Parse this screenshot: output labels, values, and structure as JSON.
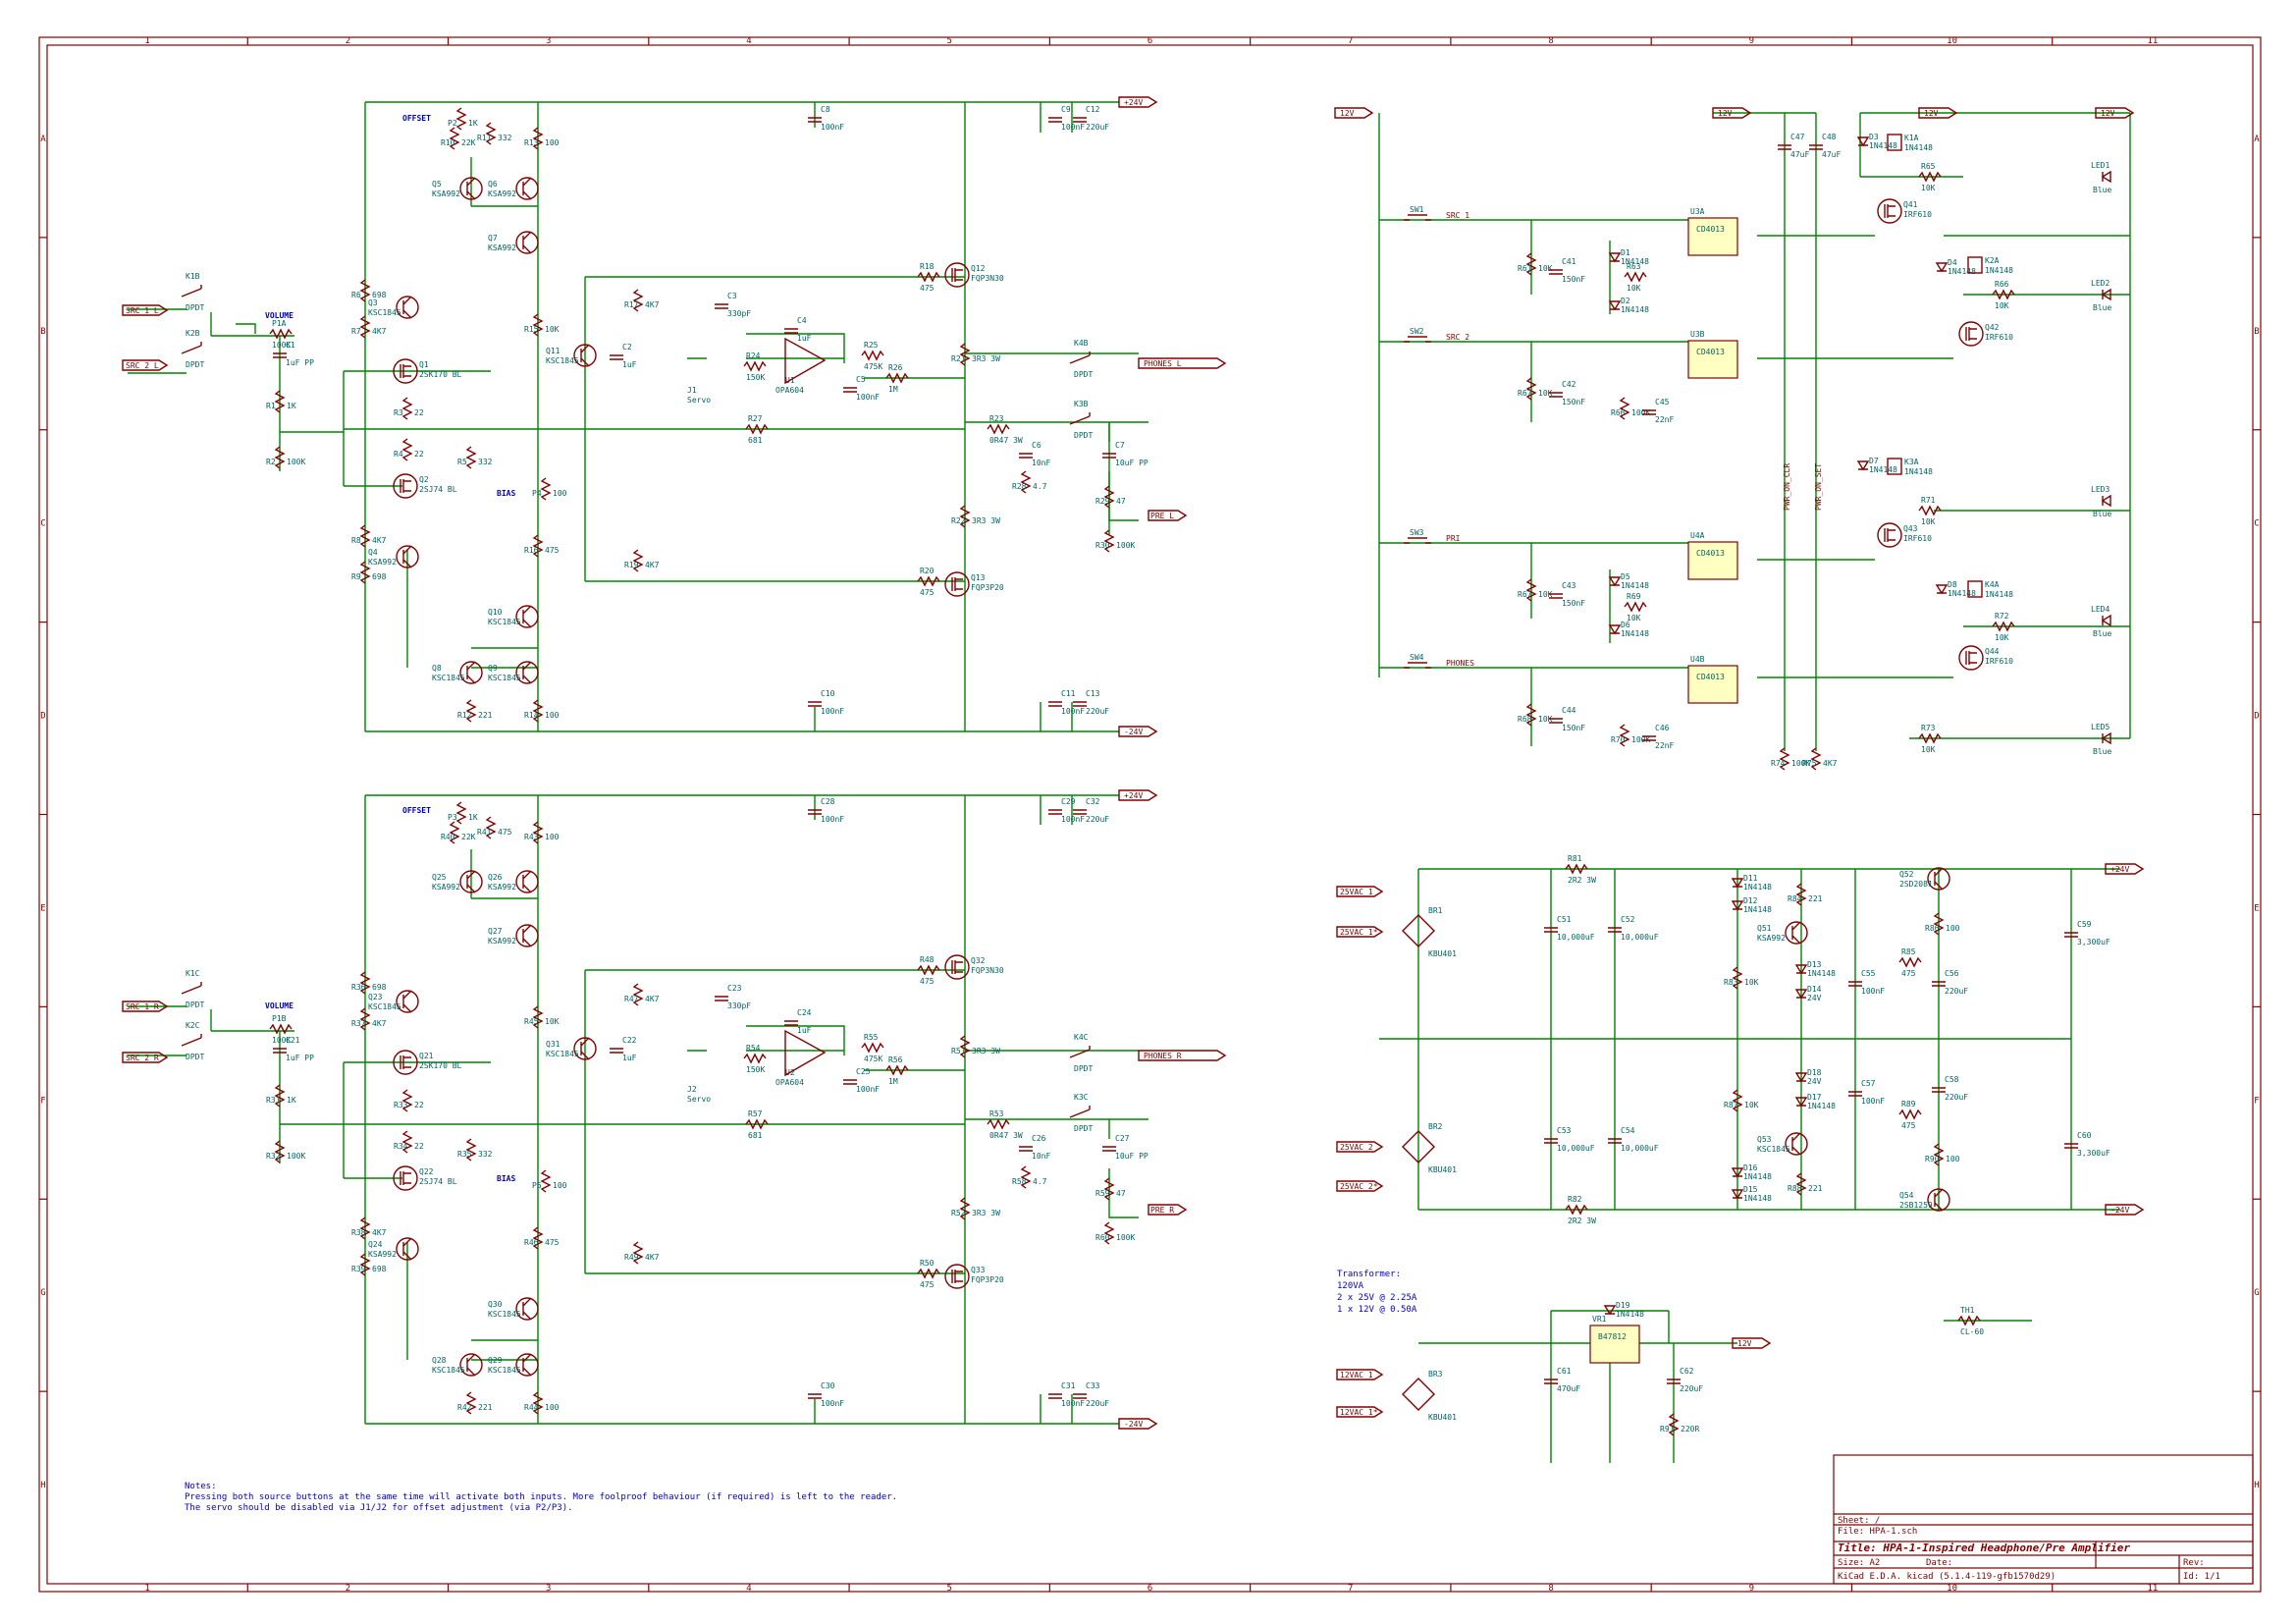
{
  "frame": {
    "cols": [
      "1",
      "2",
      "3",
      "4",
      "5",
      "6",
      "7",
      "8",
      "9",
      "10",
      "11"
    ],
    "rows": [
      "A",
      "B",
      "C",
      "D",
      "E",
      "F",
      "G",
      "H"
    ]
  },
  "labels": {
    "offset": "OFFSET",
    "volume": "VOLUME",
    "bias": "BIAS",
    "p24": "+24V",
    "n24": "-24V",
    "v12": "12V",
    "phones_l": "PHONES_L",
    "phones_r": "PHONES_R",
    "pre_l": "PRE_L",
    "pre_r": "PRE_R",
    "src1l": "SRC_1_L",
    "src2l": "SRC_2_L",
    "src1r": "SRC_1_R",
    "src2r": "SRC_2_R",
    "ac25_1": "25VAC_1",
    "ac25_1s": "25VAC_1*",
    "ac25_2": "25VAC_2",
    "ac25_2s": "25VAC_2*",
    "ac12_1": "12VAC_1",
    "ac12_1s": "12VAC_1*",
    "pwr_on_clr": "PWR_ON_CLR",
    "pwr_on_set": "PWR_ON_SET",
    "src1": "SRC_1",
    "src2": "SRC_2",
    "pri": "PRI",
    "phones": "PHONES"
  },
  "transformer": {
    "title": "Transformer:",
    "line1": "120VA",
    "line2": "2 x 25V @ 2.25A",
    "line3": "1 x 12V @ 0.50A"
  },
  "notes": {
    "title": "Notes:",
    "line1": "Pressing both source buttons at the same time will activate both inputs.  More foolproof behaviour (if required) is left to the reader.",
    "line2": "The servo should be disabled via J1/J2 for offset adjustment (via P2/P3)."
  },
  "title_block": {
    "sheet": "Sheet: /",
    "file": "File: HPA-1.sch",
    "title": "Title: HPA-1-Inspired Headphone/Pre Amplifier",
    "size": "Size: A2",
    "date": "Date:",
    "rev": "Rev:",
    "tool": "KiCad E.D.A.  kicad (5.1.4-119-gfb1570d29)",
    "id": "Id: 1/1"
  },
  "amp_l": {
    "R10": "R10",
    "R10v": "22K",
    "P2": "P2",
    "P2v": "1K",
    "R11": "R11",
    "R11v": "332",
    "R13": "R13",
    "R13v": "100",
    "Q5": "Q5",
    "Q5v": "KSA992",
    "Q6": "Q6",
    "Q6v": "KSA992",
    "Q7": "Q7",
    "Q7v": "KSA992",
    "C8": "C8",
    "C8v": "100nF",
    "C9": "C9",
    "C9v": "100nF",
    "C12": "C12",
    "C12v": "220uF",
    "K1B": "K1B",
    "K2B": "K2B",
    "dpdt": "DPDT",
    "R6": "R6",
    "R6v": "698",
    "R7": "R7",
    "R7v": "4K7",
    "Q3": "Q3",
    "Q3v": "KSC1845",
    "P1A": "P1A",
    "P1Av": "100K",
    "C1": "C1",
    "C1v": "1uF PP",
    "R1": "R1",
    "R1v": "1K",
    "R2": "R2",
    "R2v": "100K",
    "Q1": "Q1",
    "Q1v": "2SK170 BL",
    "R3": "R3",
    "R3v": "22",
    "R4": "R4",
    "R4v": "22",
    "R5": "R5",
    "R5v": "332",
    "Q2": "Q2",
    "Q2v": "2SJ74 BL",
    "Q4": "Q4",
    "Q4v": "KSA992",
    "R8": "R8",
    "R8v": "4K7",
    "R9": "R9",
    "R9v": "698",
    "R15": "R15",
    "R15v": "10K",
    "Q11": "Q11",
    "Q11v": "KSC1845",
    "C2": "C2",
    "C2v": "1uF",
    "R17": "R17",
    "R17v": "4K7",
    "C3": "C3",
    "C3v": "330pF",
    "R18": "R18",
    "R18v": "475",
    "Q12": "Q12",
    "Q12v": "FQP3N30",
    "C4": "C4",
    "C4v": "1uF",
    "R24": "R24",
    "R24v": "150K",
    "U1": "U1",
    "U1v": "OPA604",
    "R25": "R25",
    "R25v": "475K",
    "C5": "C5",
    "C5v": "100nF",
    "R26": "R26",
    "R26v": "1M",
    "J1": "J1",
    "J1v": "Servo",
    "R21": "R21",
    "R21v": "3R3 3W",
    "R27": "R27",
    "R27v": "681",
    "R23": "R23",
    "R23v": "0R47 3W",
    "C6": "C6",
    "C6v": "10nF",
    "R28": "R28",
    "R28v": "4.7",
    "C7": "C7",
    "C7v": "10uF PP",
    "R29": "R29",
    "R29v": "47",
    "R30": "R30",
    "R30v": "100K",
    "K4B": "K4B",
    "K3B": "K3B",
    "P4": "P4",
    "P4v": "100",
    "R16": "R16",
    "R16v": "475",
    "R19": "R19",
    "R19v": "4K7",
    "R20": "R20",
    "R20v": "475",
    "Q13": "Q13",
    "Q13v": "FQP3P20",
    "R22": "R22",
    "R22v": "3R3 3W",
    "Q10": "Q10",
    "Q10v": "KSC1845",
    "Q8": "Q8",
    "Q8v": "KSC1845",
    "Q9": "Q9",
    "Q9v": "KSC1845",
    "R12": "R12",
    "R12v": "221",
    "R14": "R14",
    "R14v": "100",
    "C10": "C10",
    "C10v": "100nF",
    "C11": "C11",
    "C11v": "100nF",
    "C13": "C13",
    "C13v": "220uF"
  },
  "amp_r": {
    "R40": "R40",
    "R40v": "22K",
    "P3": "P3",
    "P3v": "1K",
    "R41": "R41",
    "R41v": "475",
    "R43": "R43",
    "R43v": "100",
    "Q25": "Q25",
    "Q25v": "KSA992",
    "Q26": "Q26",
    "Q26v": "KSA992",
    "Q27": "Q27",
    "Q27v": "KSA992",
    "C28": "C28",
    "C28v": "100nF",
    "C29": "C29",
    "C29v": "100nF",
    "C32": "C32",
    "C32v": "220uF",
    "K1C": "K1C",
    "K2C": "K2C",
    "dpdt": "DPDT",
    "R36": "R36",
    "R36v": "698",
    "R37": "R37",
    "R37v": "4K7",
    "Q23": "Q23",
    "Q23v": "KSC1845",
    "P1B": "P1B",
    "P1Bv": "100K",
    "C21": "C21",
    "C21v": "1uF PP",
    "R31": "R31",
    "R31v": "1K",
    "R32": "R32",
    "R32v": "100K",
    "Q21": "Q21",
    "Q21v": "2SK170 BL",
    "R33": "R33",
    "R33v": "22",
    "R34": "R34",
    "R34v": "22",
    "R35": "R35",
    "R35v": "332",
    "Q22": "Q22",
    "Q22v": "2SJ74 BL",
    "Q24": "Q24",
    "Q24v": "KSA992",
    "R38": "R38",
    "R38v": "4K7",
    "R39": "R39",
    "R39v": "698",
    "R45": "R45",
    "R45v": "10K",
    "Q31": "Q31",
    "Q31v": "KSC1845",
    "C22": "C22",
    "C22v": "1uF",
    "R47": "R47",
    "R47v": "4K7",
    "C23": "C23",
    "C23v": "330pF",
    "R48": "R48",
    "R48v": "475",
    "Q32": "Q32",
    "Q32v": "FQP3N30",
    "C24": "C24",
    "C24v": "1uF",
    "R54": "R54",
    "R54v": "150K",
    "U2": "U2",
    "U2v": "OPA604",
    "R55": "R55",
    "R55v": "475K",
    "C25": "C25",
    "C25v": "100nF",
    "R56": "R56",
    "R56v": "1M",
    "J2": "J2",
    "J2v": "Servo",
    "R51": "R51",
    "R51v": "3R3 3W",
    "R57": "R57",
    "R57v": "681",
    "R53": "R53",
    "R53v": "0R47 3W",
    "C26": "C26",
    "C26v": "10nF",
    "R58": "R58",
    "R58v": "4.7",
    "C27": "C27",
    "C27v": "10uF PP",
    "R59": "R59",
    "R59v": "47",
    "R60": "R60",
    "R60v": "100K",
    "K4C": "K4C",
    "K3C": "K3C",
    "P5": "P5",
    "P5v": "100",
    "R46": "R46",
    "R46v": "475",
    "R49": "R49",
    "R49v": "4K7",
    "R50": "R50",
    "R50v": "475",
    "Q33": "Q33",
    "Q33v": "FQP3P20",
    "R52": "R52",
    "R52v": "3R3 3W",
    "Q30": "Q30",
    "Q30v": "KSC1845",
    "Q28": "Q28",
    "Q28v": "KSC1845",
    "Q29": "Q29",
    "Q29v": "KSC1845",
    "R42": "R42",
    "R42v": "221",
    "R44": "R44",
    "R44v": "100",
    "C30": "C30",
    "C30v": "100nF",
    "C31": "C31",
    "C31v": "100nF",
    "C33": "C33",
    "C33v": "220uF"
  },
  "control": {
    "SW1": "SW1",
    "SW2": "SW2",
    "SW3": "SW3",
    "SW4": "SW4",
    "R61": "R61",
    "R61v": "10K",
    "C41": "C41",
    "C41v": "150nF",
    "R67": "R67",
    "R67v": "10K",
    "C42": "C42",
    "C42v": "150nF",
    "R66": "R66",
    "R66v": "100K",
    "C45": "C45",
    "C45v": "22nF",
    "R67b": "R67",
    "R67bv": "10K",
    "C43": "C43",
    "C43v": "150nF",
    "R68": "R68",
    "R68v": "10K",
    "C44": "C44",
    "C44v": "150nF",
    "R70": "R70",
    "R70v": "100K",
    "C46": "C46",
    "C46v": "22nF",
    "D1": "D1",
    "D2": "D2",
    "D5": "D5",
    "D6": "D6",
    "dv": "1N4148",
    "R63": "R63",
    "R63v": "10K",
    "R69": "R69",
    "R69v": "10K",
    "U3A": "U3A",
    "U3B": "U3B",
    "U4A": "U4A",
    "U4B": "U4B",
    "cd": "CD4013",
    "C47": "C47",
    "C47v": "47uF",
    "C48": "C48",
    "C48v": "47uF",
    "R74": "R74",
    "R74v": "100K",
    "R75": "R75",
    "R75v": "4K7",
    "D3": "D3",
    "D4": "D4",
    "D7": "D7",
    "D8": "D8",
    "K1A": "K1A",
    "K2A": "K2A",
    "K3A": "K3A",
    "K4A": "K4A",
    "Q41": "Q41",
    "Q42": "Q42",
    "Q43": "Q43",
    "Q44": "Q44",
    "irf": "IRF610",
    "R65": "R65",
    "R66b": "R66",
    "R71": "R71",
    "R72": "R72",
    "R73": "R73",
    "rk": "10K",
    "LED1": "LED1",
    "LED2": "LED2",
    "LED3": "LED3",
    "LED4": "LED4",
    "LED5": "LED5",
    "blue": "Blue"
  },
  "psu": {
    "R81": "R81",
    "R81v": "2R2 3W",
    "R82": "R82",
    "R82v": "2R2 3W",
    "BR1": "BR1",
    "BR2": "BR2",
    "BR3": "BR3",
    "kb": "KBU401",
    "C51": "C51",
    "C52": "C52",
    "C53": "C53",
    "C54": "C54",
    "cbig": "10,000uF",
    "D11": "D11",
    "D12": "D12",
    "D13": "D13",
    "D14": "D14",
    "D15": "D15",
    "D16": "D16",
    "D17": "D17",
    "D18": "D18",
    "dv": "1N4148",
    "zv": "24V",
    "R84": "R84",
    "R84v": "221",
    "R83": "R83",
    "R83v": "10K",
    "R87": "R87",
    "R87v": "10K",
    "R88": "R88",
    "R88v": "221",
    "Q51": "Q51",
    "Q51v": "KSA992",
    "Q53": "Q53",
    "Q53v": "KSC1845",
    "Q52": "Q52",
    "Q52v": "2SD2081",
    "Q54": "Q54",
    "Q54v": "2SB1259",
    "R86": "R86",
    "R86v": "100",
    "R90": "R90",
    "R90v": "100",
    "R85": "R85",
    "R85v": "475",
    "R89": "R89",
    "R89v": "475",
    "C55": "C55",
    "C55v": "100nF",
    "C57": "C57",
    "C57v": "100nF",
    "C56": "C56",
    "C56v": "220uF",
    "C58": "C58",
    "C58v": "220uF",
    "C59": "C59",
    "C59v": "3,300uF",
    "C60": "C60",
    "C60v": "3,300uF",
    "D19": "D19",
    "VR1": "VR1",
    "VR1v": "B47812",
    "C61": "C61",
    "C61v": "470uF",
    "C62": "C62",
    "C62v": "220uF",
    "R91": "R91",
    "R91v": "220R",
    "TH1": "TH1",
    "TH1v": "CL-60"
  }
}
